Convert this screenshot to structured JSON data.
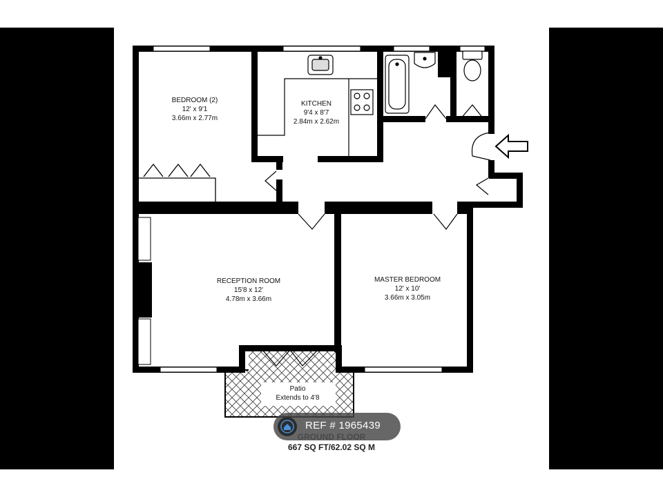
{
  "rooms": {
    "bedroom2": {
      "name": "BEDROOM (2)",
      "imperial": "12' x 9'1",
      "metric": "3.66m x 2.77m"
    },
    "kitchen": {
      "name": "KITCHEN",
      "imperial": "9'4 x 8'7",
      "metric": "2.84m x 2.62m"
    },
    "reception": {
      "name": "RECEPTION ROOM",
      "imperial": "15'8 x 12'",
      "metric": "4.78m x 3.66m"
    },
    "master": {
      "name": "MASTER BEDROOM",
      "imperial": "12' x 10'",
      "metric": "3.66m x 3.05m"
    },
    "patio": {
      "name": "Patio",
      "note": "Extends to 4'8"
    }
  },
  "footer": {
    "floor": "GROUND FLOOR",
    "area": "667 SQ FT/62.02 SQ M"
  },
  "ref_badge": {
    "text": "REF # 1965439"
  },
  "colors": {
    "wall": "#000000",
    "background": "#ffffff",
    "badge": "#464646"
  }
}
